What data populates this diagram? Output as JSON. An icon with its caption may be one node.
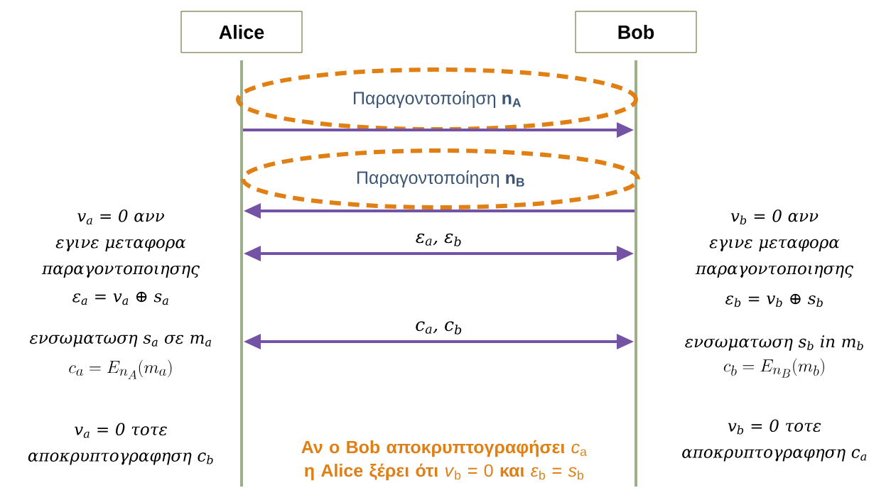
{
  "diagram": {
    "nodes": [
      {
        "text": [
          "Alice"
        ]
      },
      {
        "text": [
          "Bob"
        ]
      },
      {
        "text": [
          "Παραγοντοποίηση **n$_{A}$**"
        ]
      },
      {
        "text": [
          "Παραγοντοποίηση **n$_{B}$**"
        ]
      }
    ],
    "edges": [
      {
        "from": 0,
        "to": 1,
        "arrow": "to"
      },
      {
        "from": 1,
        "to": 0,
        "arrow": "to"
      },
      {
        "from": 0,
        "to": 1,
        "arrow": "both",
        "label": "ε$_{a}$, ε$_{b}$"
      },
      {
        "from": 0,
        "to": 1,
        "arrow": "both",
        "label": "c$_{a}$, c$_{b}$"
      }
    ],
    "labels": [
      "v$_{a}$ = 0 ανν εγινε μεταφορα παραγοντοποιησης",
      "v$_{b}$ = 0 ανν εγινε μεταφορα παραγοντοποιησης",
      "ε$_{a}$ = v$_{a}$ ⊕ s$_{a}$",
      "ε$_{b}$ = v$_{b}$ ⊕ s$_{b}$",
      "ενσωματωση s$_{a}$ σε m$_{a}$",
      "ενσωματωση s$_{b}$ in m$_{b}$",
      "c_a = E_{n_A}(m_a)",
      "c_b = E_{n_B}(m_b)",
      "v$_{a}$ = 0 τοτε αποκρυπτογραφηση c$_{b}$",
      "**Αν ο Bob αποκρυπτογραφήσει** *c*$_{a}$ **η Alice ξέρει ότι** *v*$_{b}$ = 0 **και** *ε*$_{b}$ = *s*$_{b}$",
      "v$_{b}$ = 0 τοτε αποκρυπτογραφηση c$_{a}$"
    ]
  }
}
